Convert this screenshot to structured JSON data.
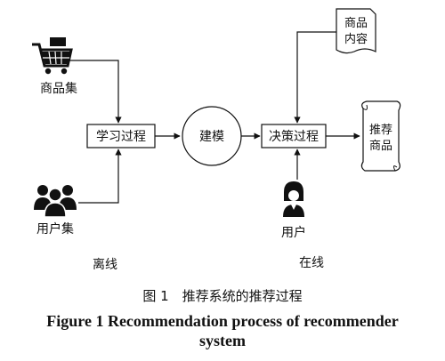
{
  "diagram": {
    "product_set": "商品集",
    "user_set": "用户集",
    "learning_process": "学习过程",
    "modeling": "建模",
    "decision_process": "决策过程",
    "product_content": [
      "商品",
      "内容"
    ],
    "recommended_products": [
      "推荐",
      "商品"
    ],
    "user": "用户",
    "offline": "离线",
    "online": "在线"
  },
  "caption": {
    "cn": "图 1　推荐系统的推荐过程",
    "en_line1": "Figure 1    Recommendation process of recommender",
    "en_line2": "system"
  }
}
